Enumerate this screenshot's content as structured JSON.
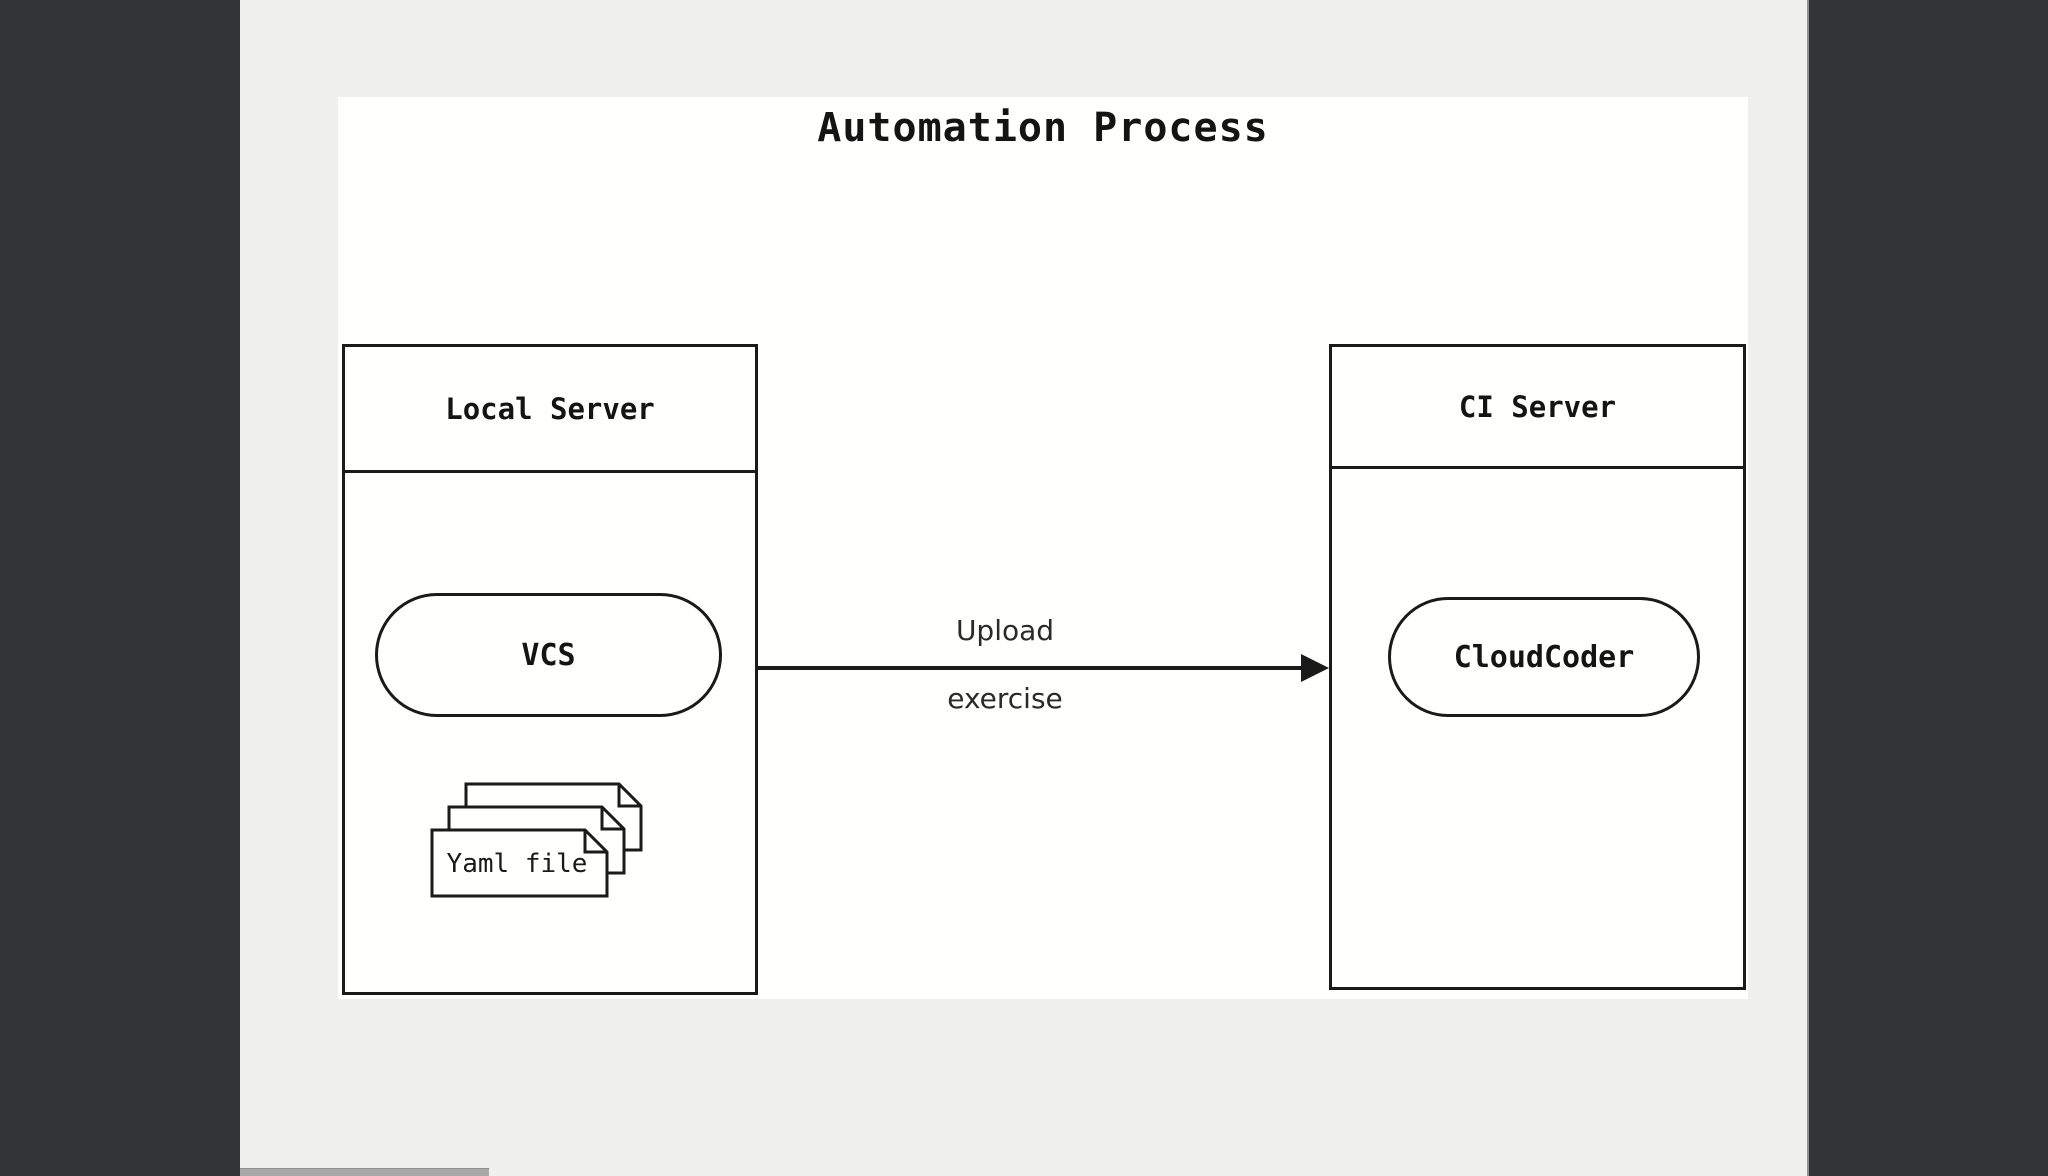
{
  "window": {
    "background_color": "#f0f0ee",
    "side_panel_color": "#333436",
    "canvas_color": "#fffffe",
    "ink_color": "#1a1a1a"
  },
  "diagram": {
    "title": "Automation Process",
    "local_server": {
      "label": "Local Server"
    },
    "ci_server": {
      "label": "CI Server"
    },
    "vcs": {
      "label": "VCS"
    },
    "cloudcoder": {
      "label": "CloudCoder"
    },
    "yaml_file": {
      "label": "Yaml file"
    },
    "edge": {
      "label_top": "Upload",
      "label_bottom": "exercise"
    }
  }
}
